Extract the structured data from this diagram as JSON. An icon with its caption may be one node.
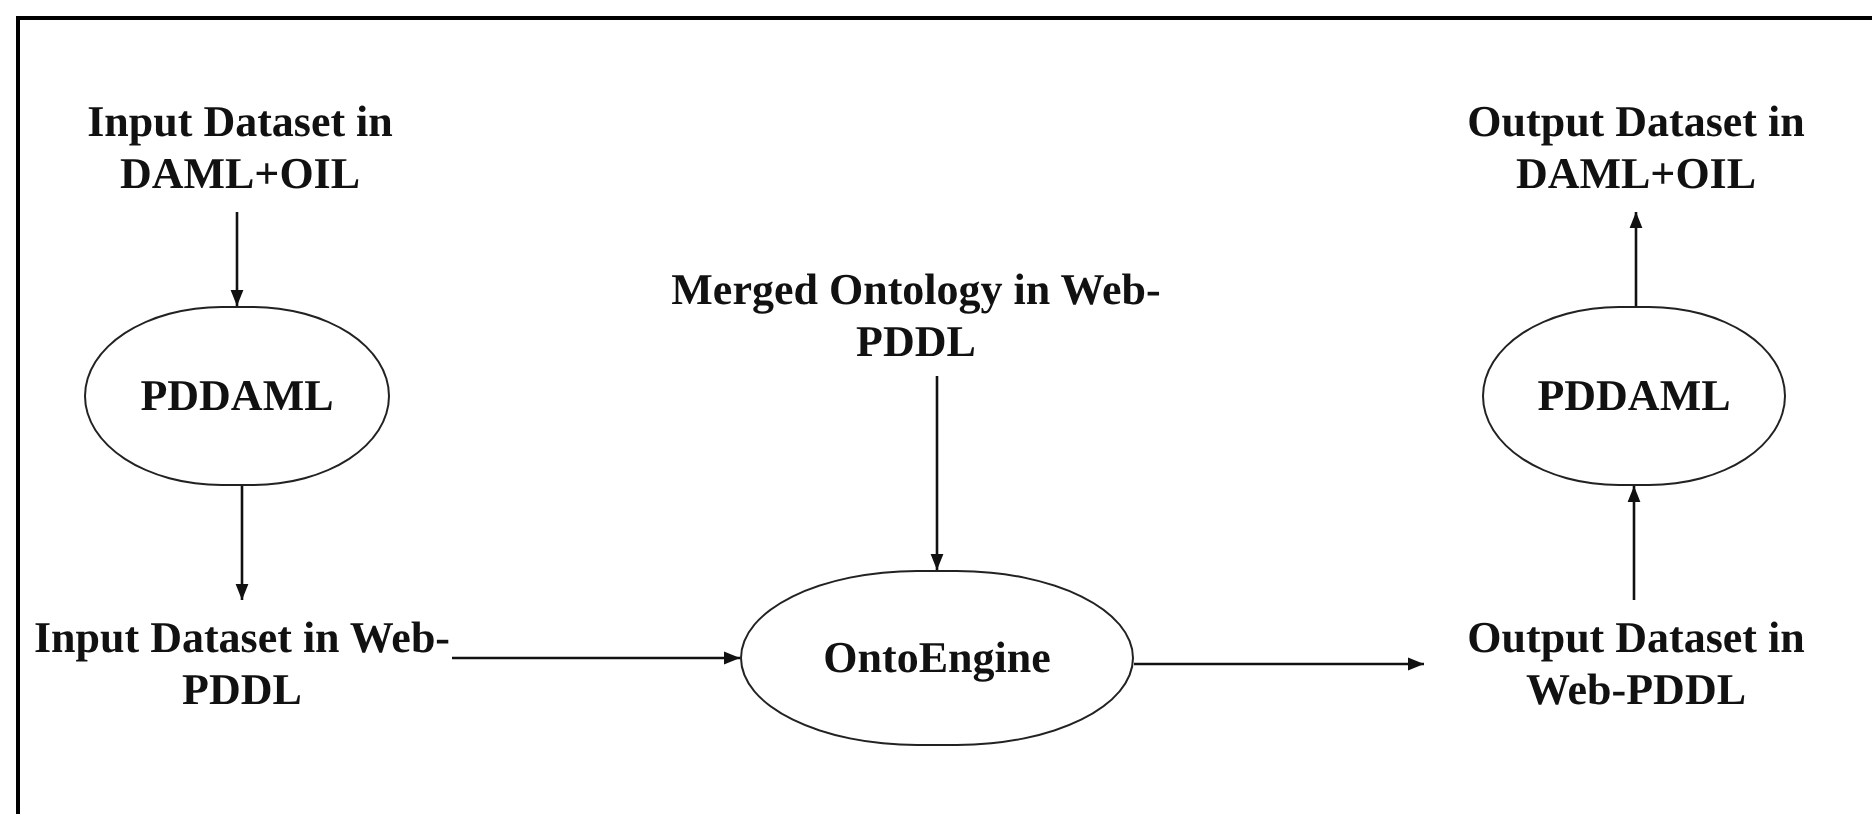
{
  "diagram": {
    "nodes": [
      {
        "text": [
          "Input Dataset in DAML+OIL"
        ]
      },
      {
        "text": [
          "Output Dataset in DAML+OIL"
        ]
      },
      {
        "text": [
          "PDDAML"
        ]
      },
      {
        "text": [
          "Merged Ontology in Web-PDDL"
        ]
      },
      {
        "text": [
          "PDDAML"
        ]
      },
      {
        "text": [
          "Input Dataset in Web-PDDL"
        ]
      },
      {
        "text": [
          "OntoEngine"
        ]
      },
      {
        "text": [
          "Output Dataset in Web-PDDL"
        ]
      }
    ],
    "edges": [
      {
        "from": 0,
        "to": 2,
        "arrow": "to"
      },
      {
        "from": 2,
        "to": 5,
        "arrow": "to"
      },
      {
        "from": 3,
        "to": 6,
        "arrow": "to"
      },
      {
        "from": 5,
        "to": 6,
        "arrow": "to"
      },
      {
        "from": 6,
        "to": 7,
        "arrow": "to"
      },
      {
        "from": 7,
        "to": 4,
        "arrow": "to"
      },
      {
        "from": 4,
        "to": 1,
        "arrow": "to"
      }
    ]
  }
}
